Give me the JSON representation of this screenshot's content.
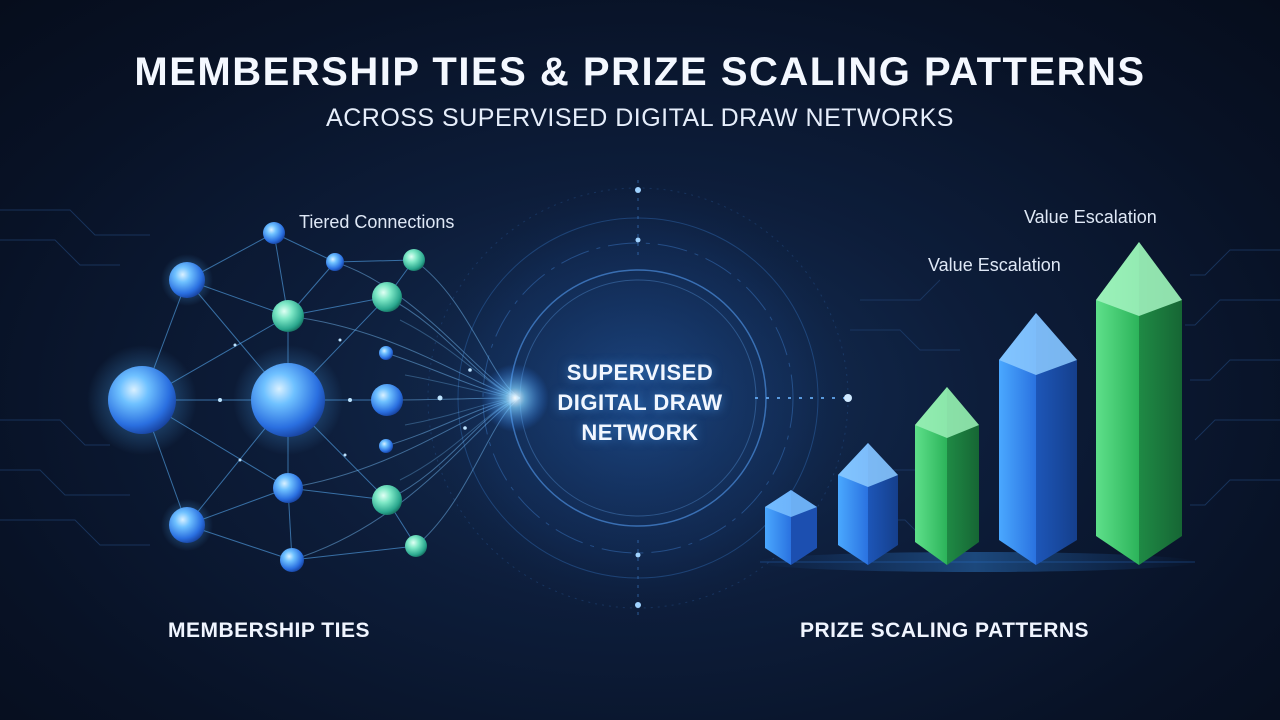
{
  "title": "MEMBERSHIP TIES & PRIZE SCALING PATTERNS",
  "subtitle": "ACROSS SUPERVISED DIGITAL DRAW NETWORKS",
  "hub": {
    "lines": [
      "SUPERVISED",
      "DIGITAL DRAW",
      "NETWORK"
    ]
  },
  "network": {
    "annotation": "Tiered Connections",
    "label": "MEMBERSHIP TIES"
  },
  "prizes": {
    "annotations": [
      "Value Escalation",
      "Value Escalation"
    ],
    "label": "PRIZE SCALING PATTERNS",
    "crystal_count": 5
  },
  "colors": {
    "background": "#0a1428",
    "glow_blue": "#3aa4ff",
    "crystal_blue": "#2f7fe6",
    "crystal_green": "#2fbf62",
    "node_teal": "#4fd6b0"
  }
}
